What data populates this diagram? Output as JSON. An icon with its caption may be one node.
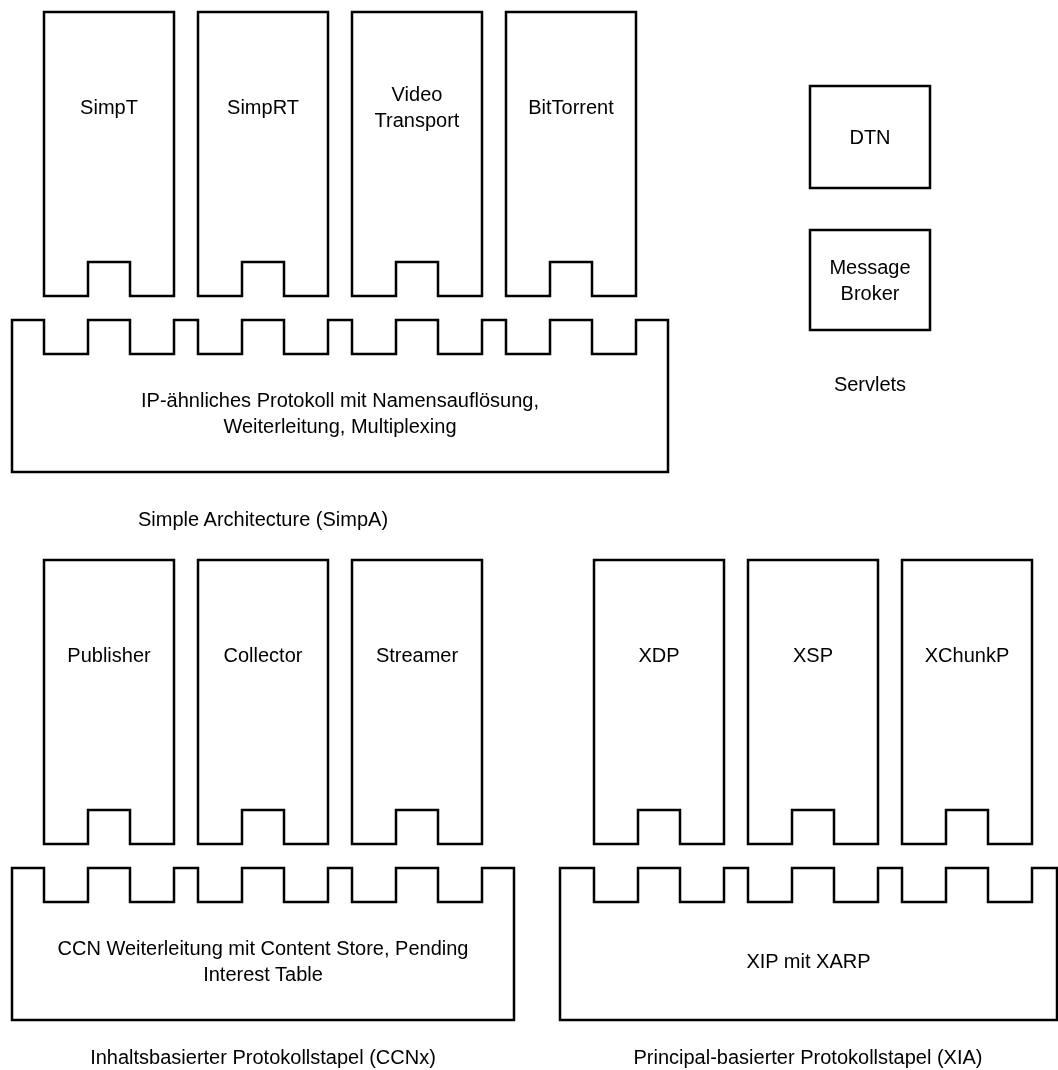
{
  "diagram": {
    "nodes": [
      {
        "text": [
          "SimpT"
        ]
      },
      {
        "text": [
          "SimpRT"
        ]
      },
      {
        "text": [
          "Video Transport"
        ]
      },
      {
        "text": [
          "BitTorrent"
        ]
      },
      {
        "text": [
          "IP-ähnliches Protokoll mit Namensauflösung, Weiterleitung, Multiplexing"
        ]
      },
      {
        "text": [
          "DTN"
        ]
      },
      {
        "text": [
          "Message Broker"
        ]
      },
      {
        "text": [
          "Publisher"
        ]
      },
      {
        "text": [
          "Collector"
        ]
      },
      {
        "text": [
          "Streamer"
        ]
      },
      {
        "text": [
          "CCN Weiterleitung mit Content Store, Pending Interest Table"
        ]
      },
      {
        "text": [
          "XDP"
        ]
      },
      {
        "text": [
          "XSP"
        ]
      },
      {
        "text": [
          "XChunkP"
        ]
      },
      {
        "text": [
          "XIP mit XARP"
        ]
      }
    ],
    "labels": [
      "Servlets",
      "Simple Architecture (SimpA)",
      "Inhaltsbasierter Protokollstapel (CCNx)",
      "Principal-basierter Protokollstapel (XIA)"
    ]
  }
}
